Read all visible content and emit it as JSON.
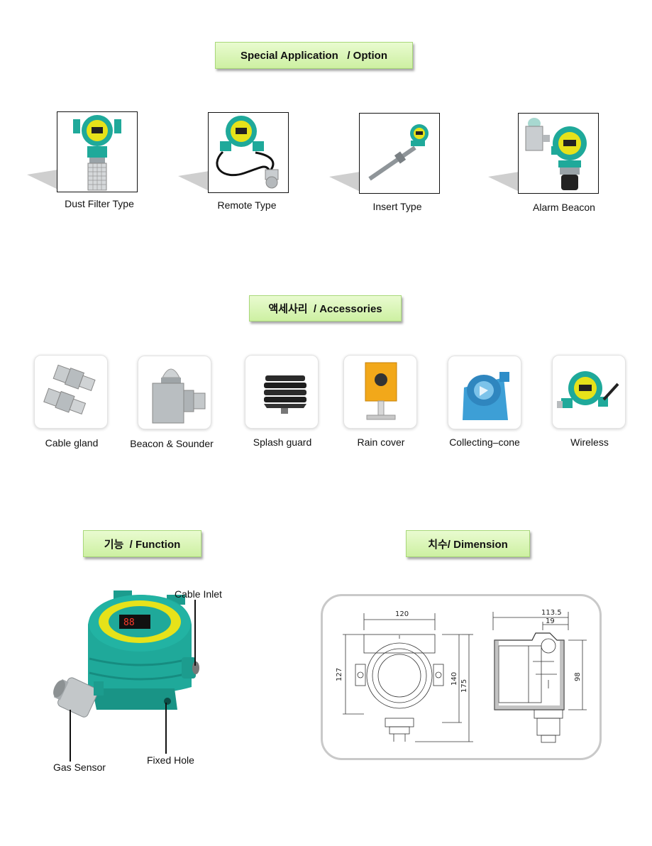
{
  "sections": {
    "option": {
      "title": "Special Application   / Option"
    },
    "accessories": {
      "title": "액세사리  / Accessories"
    },
    "function": {
      "title": "기능  / Function"
    },
    "dimension": {
      "title": "치수/ Dimension"
    }
  },
  "option_items": [
    {
      "label": "Dust Filter Type"
    },
    {
      "label": "Remote Type"
    },
    {
      "label": "Insert Type"
    },
    {
      "label": "Alarm Beacon"
    }
  ],
  "accessory_items": [
    {
      "label": "Cable gland"
    },
    {
      "label": "Beacon & Sounder"
    },
    {
      "label": "Splash guard"
    },
    {
      "label": "Rain cover"
    },
    {
      "label": "Collecting–cone"
    },
    {
      "label": "Wireless"
    }
  ],
  "function_labels": {
    "cable_inlet": "Cable Inlet",
    "gas_sensor": "Gas Sensor",
    "fixed_hole": "Fixed Hole"
  },
  "dimensions": {
    "width_front": "120",
    "height_body": "127",
    "height_mid": "140",
    "height_total": "175",
    "depth_side": "113.5",
    "offset_side": "19",
    "height_side": "98"
  },
  "colors": {
    "label_green": "#cdf0a2",
    "device_teal": "#1fa99a",
    "device_yellow": "#e6e21a"
  }
}
